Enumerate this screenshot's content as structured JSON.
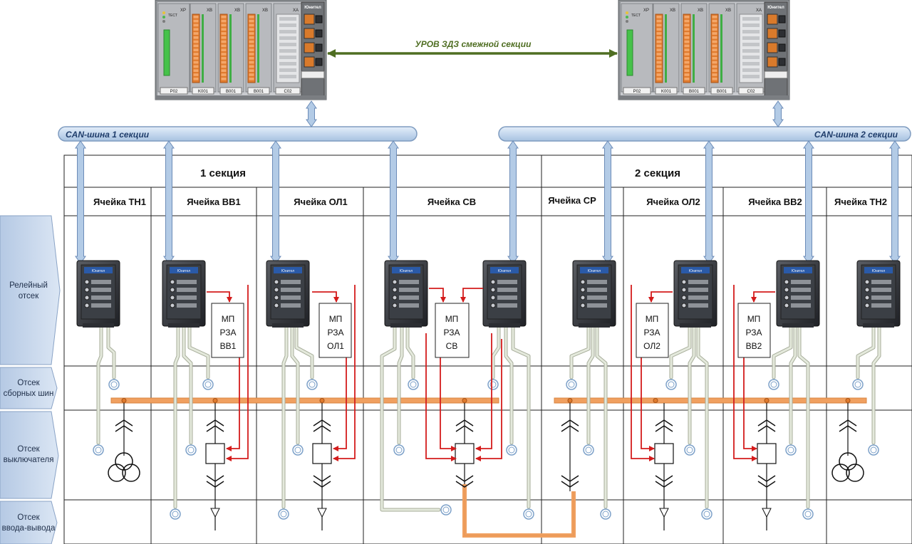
{
  "link_label": "УРОВ ЗДЗ смежной секции",
  "bus1_label": "CAN-шина 1 секции",
  "bus2_label": "CAN-шина 2 секции",
  "sections": [
    "1 секция",
    "2 секция"
  ],
  "cells": [
    "Ячейка ТН1",
    "Ячейка ВВ1",
    "Ячейка ОЛ1",
    "Ячейка СВ",
    "Ячейка СР",
    "Ячейка ОЛ2",
    "Ячейка ВВ2",
    "Ячейка ТН2"
  ],
  "compartments": [
    {
      "line1": "Релейный",
      "line2": "отсек"
    },
    {
      "line1": "Отсек",
      "line2": "сборных шин"
    },
    {
      "line1": "Отсек",
      "line2": "выключателя"
    },
    {
      "line1": "Отсек",
      "line2": "ввода-вывода"
    }
  ],
  "drives": [
    {
      "l1": "МП",
      "l2": "РЗА",
      "l3": "ВВ1"
    },
    {
      "l1": "МП",
      "l2": "РЗА",
      "l3": "ОЛ1"
    },
    {
      "l1": "МП",
      "l2": "РЗА",
      "l3": "СВ"
    },
    {
      "l1": "МП",
      "l2": "РЗА",
      "l3": "ОЛ2"
    },
    {
      "l1": "МП",
      "l2": "РЗА",
      "l3": "ВВ2"
    }
  ],
  "rack": {
    "brand": "Юнител",
    "test_label": "ТЕСТ",
    "slot_top": [
      "XP",
      "XB",
      "XB",
      "XB",
      "XA"
    ],
    "slot_bottom": [
      "P02",
      "K001",
      "B001",
      "B001",
      "C02"
    ]
  },
  "terminal": {
    "brand": "Юнител"
  },
  "colors": {
    "can_bus": "#c5d8ee",
    "can_bus_border": "#7f9cc0",
    "link_arrow": "#4f6e22",
    "busbar": "#f0a060",
    "control": "#d41c1c",
    "cable": "#d8e0c8"
  }
}
